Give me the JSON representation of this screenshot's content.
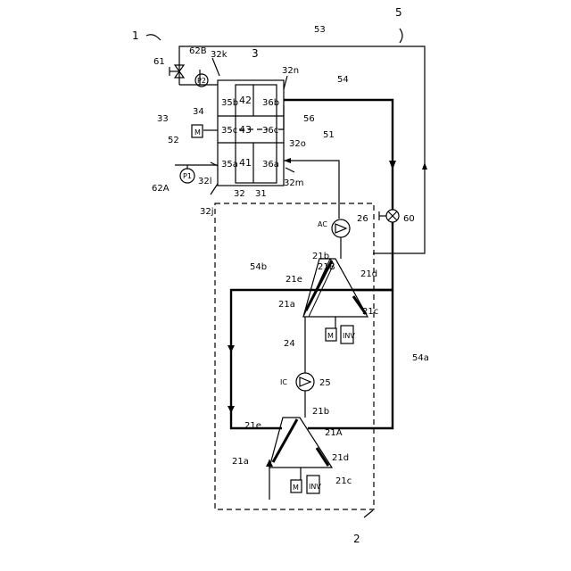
{
  "labels": {
    "sys1": "1",
    "sys5": "5",
    "sys2": "2",
    "sys3": "3",
    "l53": "53",
    "l54": "54",
    "l61": "61",
    "l62B": "62B",
    "p2": "P2",
    "l32k": "32k",
    "l32n": "32n",
    "l35b": "35b",
    "l42": "42",
    "l36b": "36b",
    "l35c": "35c",
    "l43": "43",
    "l36c": "36c",
    "l35a": "35a",
    "l41": "41",
    "l36a": "36a",
    "l34": "34",
    "l33": "33",
    "m": "M",
    "l52": "52",
    "l56": "56",
    "l32o": "32o",
    "l51": "51",
    "l62A": "62A",
    "p1": "P1",
    "l32l": "32l",
    "l32": "32",
    "l31": "31",
    "l32m": "32m",
    "l32j": "32j",
    "l26": "26",
    "ac": "AC",
    "l60": "60",
    "l54b": "54b",
    "l21B": "21B",
    "l21b_top": "21b",
    "l21e_top": "21e",
    "l21d_top": "21d",
    "l21a_top": "21a",
    "l21c_top": "21c",
    "inv_top": "INV",
    "m_top": "M",
    "l24": "24",
    "ic": "IC",
    "l25": "25",
    "l54a": "54a",
    "l21e_bot": "21e",
    "l21b_bot": "21b",
    "l21A": "21A",
    "l21d_bot": "21d",
    "l21a_bot": "21a",
    "l21c_bot": "21c",
    "inv_bot": "INV",
    "m_bot": "M"
  }
}
